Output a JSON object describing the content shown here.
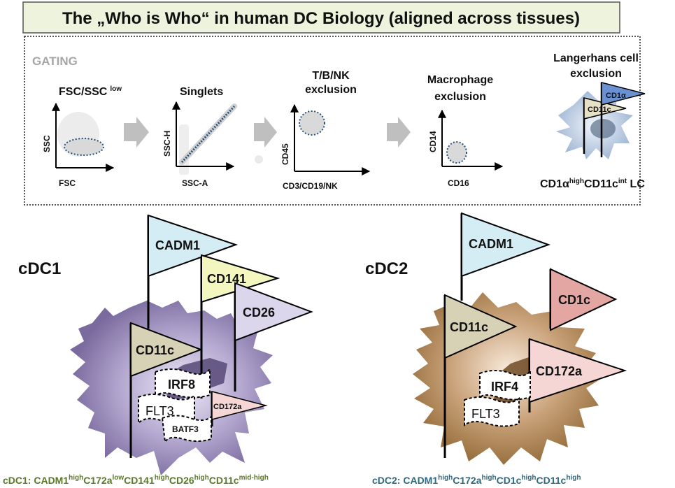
{
  "title": "The „Who is Who“ in human DC Biology (aligned across tissues)",
  "gating": {
    "label": "GATING",
    "steps": [
      {
        "head": "FSC/SSC",
        "head_sup": "low",
        "x_axis": "FSC",
        "y_axis": "SSC"
      },
      {
        "head": "Singlets",
        "x_axis": "SSC-A",
        "y_axis": "SSC-H"
      },
      {
        "head_line1": "T/B/NK",
        "head_line2": "exclusion",
        "x_axis": "CD3/CD19/NK",
        "y_axis": "CD45"
      },
      {
        "head_line1": "Macrophage",
        "head_line2": "exclusion",
        "x_axis": "CD16",
        "y_axis": "CD14"
      },
      {
        "head_line1": "Langerhans cell",
        "head_line2": "exclusion",
        "flag_a": "CD1α",
        "flag_b": "CD11c",
        "phenotype": {
          "p1": "CD1α",
          "s1": "high",
          "p2": "CD11c",
          "s2": "int",
          "p3": " LC"
        }
      }
    ]
  },
  "cdc1": {
    "label": "cDC1",
    "flags": [
      "CADM1",
      "CD141",
      "CD26",
      "CD11c",
      "CD172a"
    ],
    "tfs": {
      "irf": "IRF8",
      "flt": "FLT3",
      "batf": "BATF3"
    },
    "footer": [
      {
        "t": "cDC1: CADM1"
      },
      {
        "t": "high",
        "sup": true
      },
      {
        "t": "C172a"
      },
      {
        "t": "low",
        "sup": true
      },
      {
        "t": "CD141"
      },
      {
        "t": "high",
        "sup": true
      },
      {
        "t": "CD26"
      },
      {
        "t": "high",
        "sup": true
      },
      {
        "t": "CD11c"
      },
      {
        "t": "mid-high",
        "sup": true
      }
    ]
  },
  "cdc2": {
    "label": "cDC2",
    "flags": [
      "CADM1",
      "CD1c",
      "CD11c",
      "CD172a"
    ],
    "tfs": {
      "irf": "IRF4",
      "flt": "FLT3"
    },
    "footer": [
      {
        "t": "cDC2: CADM1"
      },
      {
        "t": "high",
        "sup": true
      },
      {
        "t": "C172a"
      },
      {
        "t": "high",
        "sup": true
      },
      {
        "t": "CD1c"
      },
      {
        "t": "high",
        "sup": true
      },
      {
        "t": "CD11c"
      },
      {
        "t": "high",
        "sup": true
      }
    ]
  },
  "colors": {
    "title_bg": "#eef3dd",
    "cdc1_cell": "#8e7fb0",
    "cdc2_cell": "#a87e52",
    "flag_cadm1": "#d4ecf3",
    "flag_cd141": "#f4f6c0",
    "flag_cd26": "#dcd6ec",
    "flag_cd11c": "#d7d2b6",
    "flag_cd1c": "#e4a6a3",
    "flag_cd172a": "#f5d6d4",
    "flag_cd1a": "#6a92d2",
    "footer_cdc1": "#5a7a28",
    "footer_cdc2": "#2e6a80"
  }
}
